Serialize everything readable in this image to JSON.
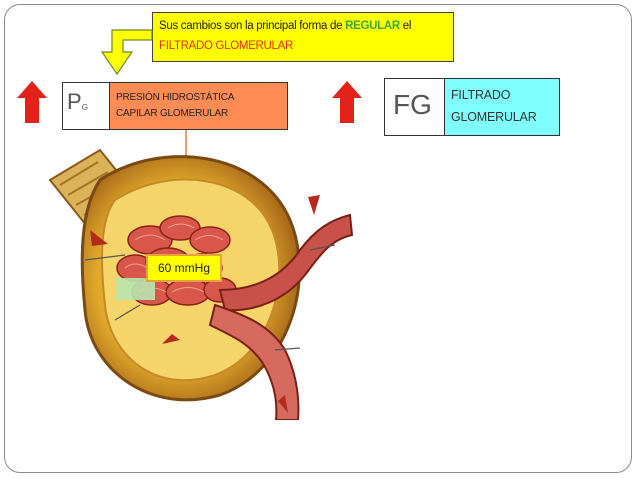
{
  "callout": {
    "prefix": "Sus cambios son la principal forma de ",
    "keyword": "REGULAR",
    "after_keyword": " el",
    "line2": "FILTRADO GLOMERULAR"
  },
  "pg_box": {
    "symbol": "P",
    "subscript": "G",
    "line1": "PRESIÓN HIDROSTÁTICA",
    "line2": "CAPILAR GLOMERULAR"
  },
  "fg_box": {
    "symbol": "FG",
    "line1": "FILTRADO",
    "line2": "GLOMERULAR"
  },
  "pressure_label": "60 mmHg",
  "icons": [
    "red-up-arrow-icon",
    "yellow-bent-arrow-icon",
    "kidney-glomerulus-illustration"
  ],
  "colors": {
    "callout_bg": "#ffff00",
    "regular_text": "#3aa843",
    "filtrado_text": "#e0301e",
    "pg_desc_bg": "#ff8c55",
    "fg_desc_bg": "#80ffff",
    "arrow_red": "#e32219"
  }
}
